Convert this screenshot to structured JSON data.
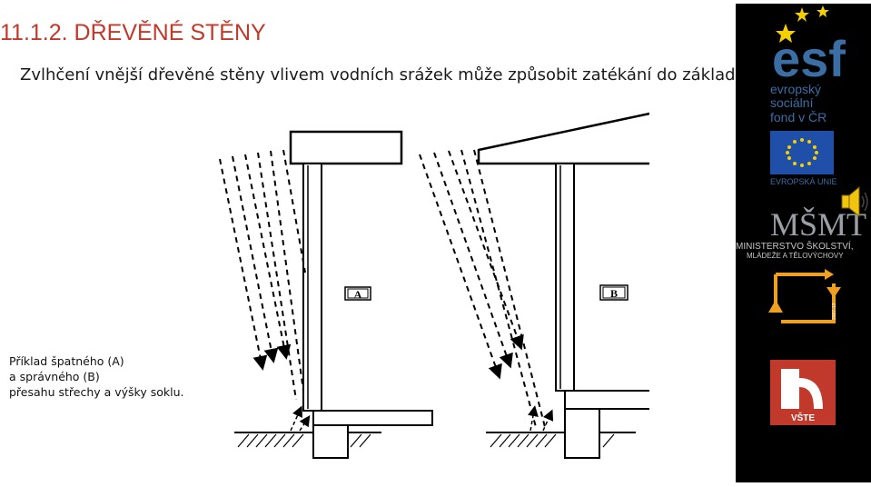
{
  "page": {
    "title": "11.1.2. DŘEVĚNÉ STĚNY",
    "subtitle": "Zvlhčení vnější dřevěné stěny vlivem vodních srážek může způsobit zatékání do základů.",
    "caption_lines": [
      "Příklad špatného (A)",
      "a správného (B)",
      "přesahu střechy a výšky soklu."
    ]
  },
  "figure": {
    "label_a": "A",
    "label_b": "B"
  },
  "sidebar": {
    "esf_logo": "esf",
    "esf_line1": "evropský",
    "esf_line2": "sociální",
    "esf_line3": "fond v ČR",
    "eu_label": "EVROPSKÁ UNIE",
    "msmt_logo": "MŠMT",
    "ministry_line1": "MINISTERSTVO ŠKOLSTVÍ,",
    "ministry_line2": "MLÁDEŽE A TĚLOVÝCHOVY",
    "op_years": "2007-13",
    "vste_label": "VŠTE",
    "colors": {
      "esf_blue": "#3a6ea5",
      "eu_blue": "#1f4fa8",
      "star_yellow": "#f5d000",
      "op_orange": "#f0a020",
      "vste_red": "#c0392b"
    }
  },
  "icons": {
    "sound": "speaker-icon"
  }
}
